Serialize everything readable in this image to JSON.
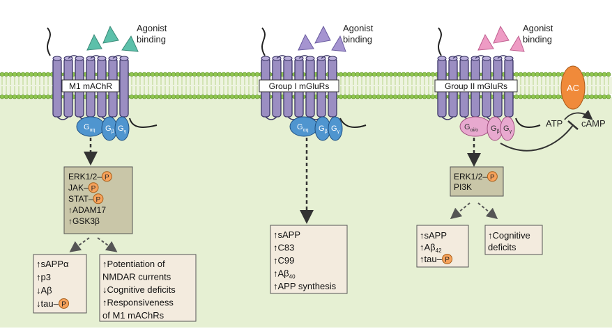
{
  "panels": [
    {
      "id": "m1",
      "agonist_line1": "Agonist",
      "agonist_line2": "binding",
      "receptor_label": "M1 mAChR",
      "g_alpha": "G",
      "g_alpha_sub": "αq",
      "g_beta": "G",
      "g_beta_sub": "β",
      "g_gamma": "G",
      "g_gamma_sub": "γ",
      "mid_box": [
        {
          "text": "ERK1/2–",
          "p": true
        },
        {
          "text": "JAK–",
          "p": true
        },
        {
          "text": "STAT–",
          "p": true
        },
        {
          "text": "↑ADAM17",
          "p": false
        },
        {
          "text": "↑GSK3β",
          "p": false
        }
      ],
      "left_box": [
        {
          "text": "↑sAPPα",
          "p": false
        },
        {
          "text": "↑p3",
          "p": false
        },
        {
          "text": "↓Aβ",
          "p": false
        },
        {
          "text": "↓tau–",
          "p": true
        }
      ],
      "right_box": [
        {
          "text": "↑Potentiation of",
          "p": false
        },
        {
          "text": "NMDAR currents",
          "p": false
        },
        {
          "text": "↓Cognitive deficits",
          "p": false
        },
        {
          "text": "↑Responsiveness",
          "p": false
        },
        {
          "text": "of M1 mAChRs",
          "p": false
        }
      ]
    },
    {
      "id": "g1",
      "agonist_line1": "Agonist",
      "agonist_line2": "binding",
      "receptor_label": "Group I mGluRs",
      "g_alpha": "G",
      "g_alpha_sub": "αq",
      "g_beta": "G",
      "g_beta_sub": "β",
      "g_gamma": "G",
      "g_gamma_sub": "γ",
      "box": [
        {
          "text": "↑sAPP"
        },
        {
          "text": "↑C83"
        },
        {
          "text": "↑C99"
        },
        {
          "text": "↑Aβ",
          "sub": "40"
        },
        {
          "text": "↑APP synthesis"
        }
      ]
    },
    {
      "id": "g2",
      "agonist_line1": "Agonist",
      "agonist_line2": "binding",
      "receptor_label": "Group II mGluRs",
      "g_alpha": "G",
      "g_alpha_sub": "αi/o",
      "g_beta": "G",
      "g_beta_sub": "β",
      "g_gamma": "G",
      "g_gamma_sub": "γ",
      "ac": "AC",
      "atp": "ATP",
      "camp": "cAMP",
      "mid_box": [
        {
          "text": "ERK1/2–",
          "p": true
        },
        {
          "text": "PI3K",
          "p": false
        }
      ],
      "left_box": [
        {
          "text": "↑sAPP"
        },
        {
          "text": "↑Aβ",
          "sub": "42"
        },
        {
          "text": "↑tau–",
          "p": true
        }
      ],
      "right_box": [
        {
          "text": "↑Cognitive"
        },
        {
          "text": "deficits"
        }
      ]
    }
  ],
  "phospho_symbol": "P",
  "colors": {
    "membrane_head": "#8fc64f",
    "cytoplasm": "#e6f0d3",
    "helix": "#9b8ec2",
    "helix_stroke": "#3b3566",
    "g_blue": "#4f95cf",
    "g_pink": "#e8a9cf",
    "ac_orange": "#f08a3a",
    "tri_teal": "#5cc0aa",
    "tri_purple": "#a594d0",
    "tri_pink": "#ee9bc4",
    "box_dark": "#c9c6a8",
    "box_light": "#f3ebde",
    "phospho": "#f7a35c"
  }
}
